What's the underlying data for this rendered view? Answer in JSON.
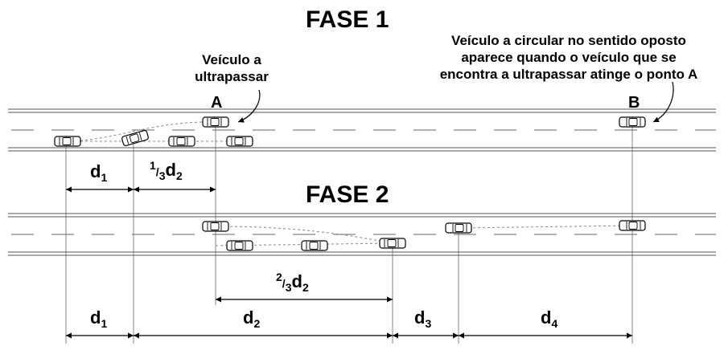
{
  "phase1": {
    "title": "FASE 1",
    "overtaking_note": [
      "Veículo a",
      "ultrapassar"
    ],
    "opposing_note": [
      "Veículo a circular no sentido oposto",
      "aparece quando o veículo que se",
      "encontra a ultrapassar atinge o ponto A"
    ],
    "point_a": "A",
    "point_b": "B",
    "dims": [
      {
        "main": "d",
        "sub": "1"
      },
      {
        "num": "1",
        "den": "3",
        "main": "d",
        "sub": "2"
      }
    ]
  },
  "phase2": {
    "title": "FASE 2",
    "frac_dim": {
      "num": "2",
      "den": "3",
      "main": "d",
      "sub": "2"
    },
    "dims": [
      {
        "main": "d",
        "sub": "1"
      },
      {
        "main": "d",
        "sub": "2"
      },
      {
        "main": "d",
        "sub": "3"
      },
      {
        "main": "d",
        "sub": "4"
      }
    ]
  },
  "colors": {
    "line": "#000000",
    "road": "#555555",
    "guide": "#888888"
  }
}
